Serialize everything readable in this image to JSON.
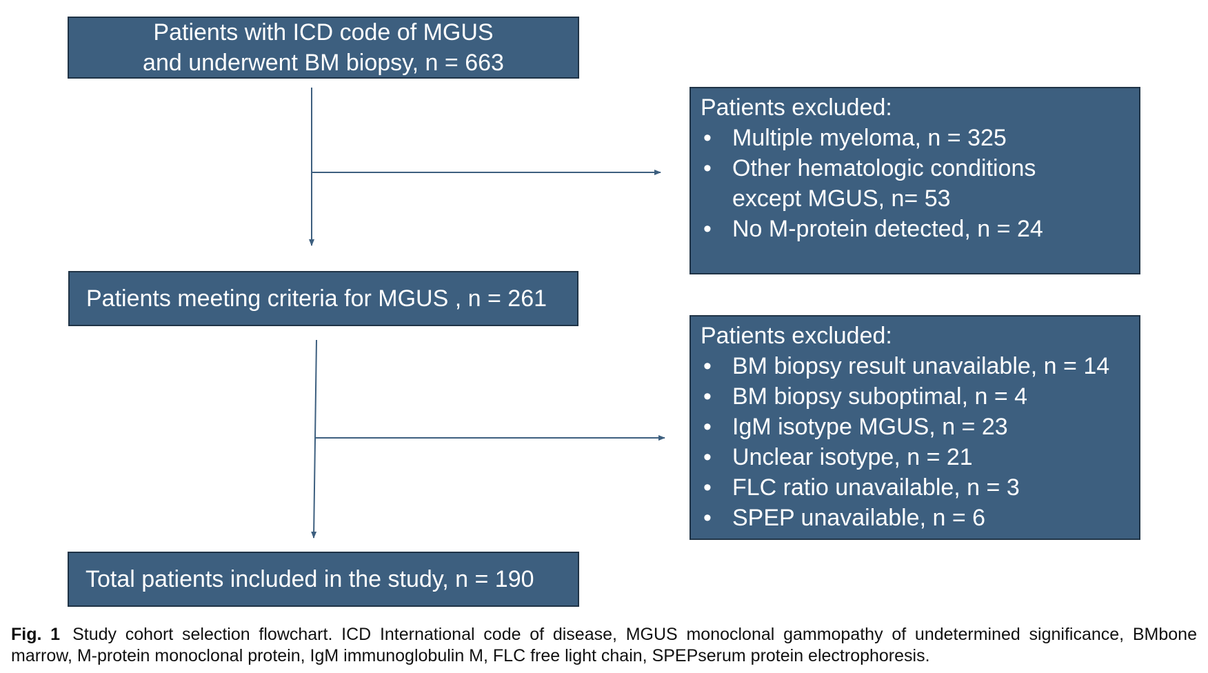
{
  "boxes": {
    "start_line1": "Patients with ICD code of MGUS",
    "start_line2": "and underwent BM biopsy, n = 663",
    "middle": "Patients meeting criteria for MGUS , n = 261",
    "final": "Total patients included in the study, n = 190"
  },
  "exclusion1": {
    "title": "Patients excluded:",
    "items": [
      "Multiple myeloma, n = 325",
      "Other hematologic conditions except MGUS, n= 53",
      "No M-protein detected, n = 24"
    ]
  },
  "exclusion2": {
    "title": "Patients excluded:",
    "items": [
      "BM biopsy result unavailable, n = 14",
      "BM biopsy suboptimal, n = 4",
      "IgM isotype MGUS, n = 23",
      "Unclear isotype, n = 21",
      "FLC ratio unavailable, n = 3",
      "SPEP unavailable, n = 6"
    ]
  },
  "bullet_char": "•",
  "caption": {
    "label": "Fig. 1",
    "text": "Study cohort selection flowchart. ICD International code of disease, MGUS monoclonal gammopathy of undetermined significance, BMbone marrow, M-protein monoclonal protein, IgM immunoglobulin M, FLC free light chain, SPEPserum protein electrophoresis."
  },
  "colors": {
    "box_fill": "#3d5f7f",
    "box_border": "#1f3346",
    "arrow": "#3d5f7f",
    "text_on_box": "#ffffff"
  }
}
